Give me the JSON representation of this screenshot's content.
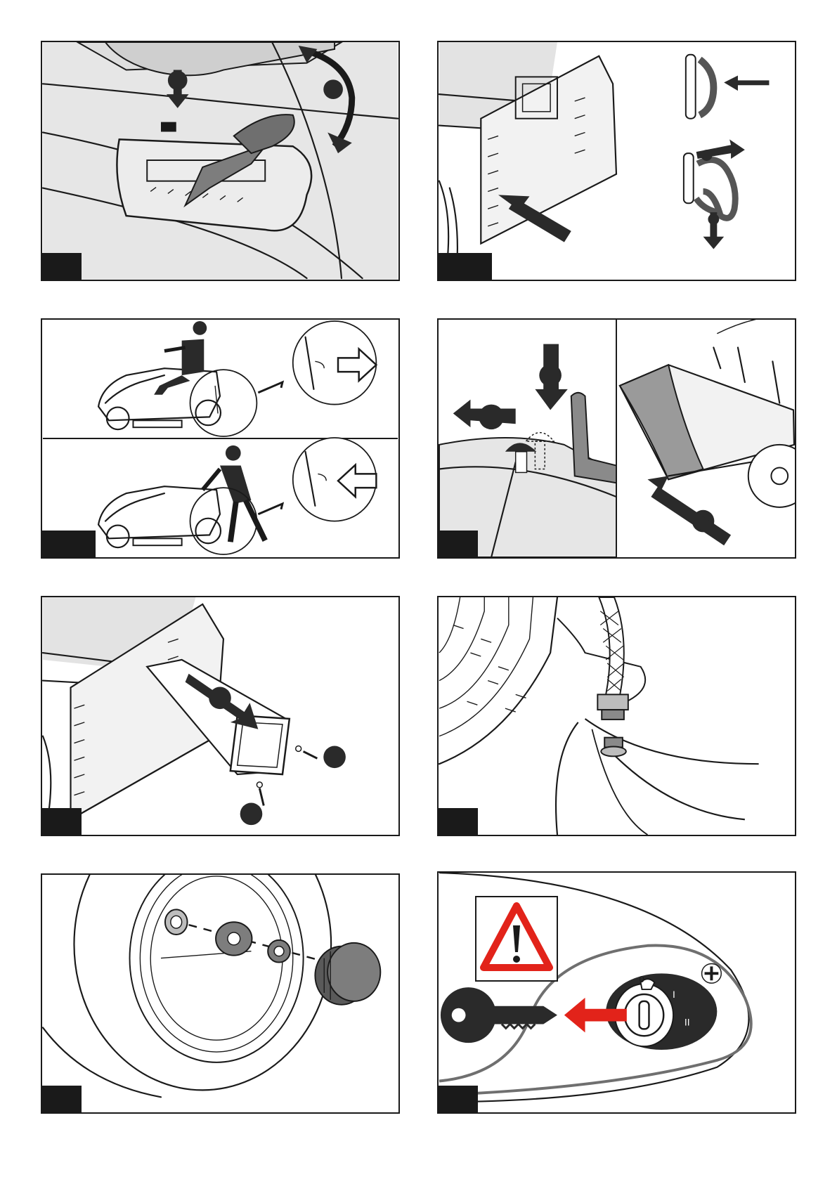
{
  "page": {
    "background": "#ffffff",
    "border_color": "#1a1a1a"
  },
  "figures": [
    {
      "id": "fig-1",
      "subject": "height-lever",
      "icons": [
        "down-arrow-icon",
        "curved-double-arrow-icon",
        "lever-handle-icon"
      ]
    },
    {
      "id": "fig-2",
      "subject": "rear-plate-hooks",
      "icons": [
        "arrow-icon",
        "hook-icon"
      ]
    },
    {
      "id": "fig-3",
      "subject": "tractor-rider-and-pushing",
      "icons": [
        "rider-icon",
        "person-pushing-icon",
        "outline-arrow-icon"
      ]
    },
    {
      "id": "fig-4",
      "subject": "pin-and-collector",
      "icons": [
        "down-arrow-icon",
        "left-arrow-icon",
        "hand-icon"
      ]
    },
    {
      "id": "fig-5",
      "subject": "discharge-chute-fitting",
      "icons": [
        "chute-icon",
        "screw-icon"
      ]
    },
    {
      "id": "fig-6",
      "subject": "hose-connector",
      "icons": [
        "hose-icon",
        "connector-icon"
      ]
    },
    {
      "id": "fig-7",
      "subject": "wheel-hub-assembly",
      "icons": [
        "washer-icon",
        "clip-icon",
        "hub-cap-icon"
      ]
    },
    {
      "id": "fig-8",
      "subject": "ignition-key-removal",
      "icons": [
        "warning-triangle-icon",
        "key-icon",
        "red-arrow-icon",
        "ignition-switch-icon"
      ]
    }
  ],
  "ignition": {
    "position_labels": [
      "0",
      "I",
      "II"
    ]
  },
  "colors": {
    "warning_red": "#e2231a",
    "arrow_red": "#e2231a",
    "panel_grey": "#dedede",
    "dark": "#1a1a1a"
  }
}
